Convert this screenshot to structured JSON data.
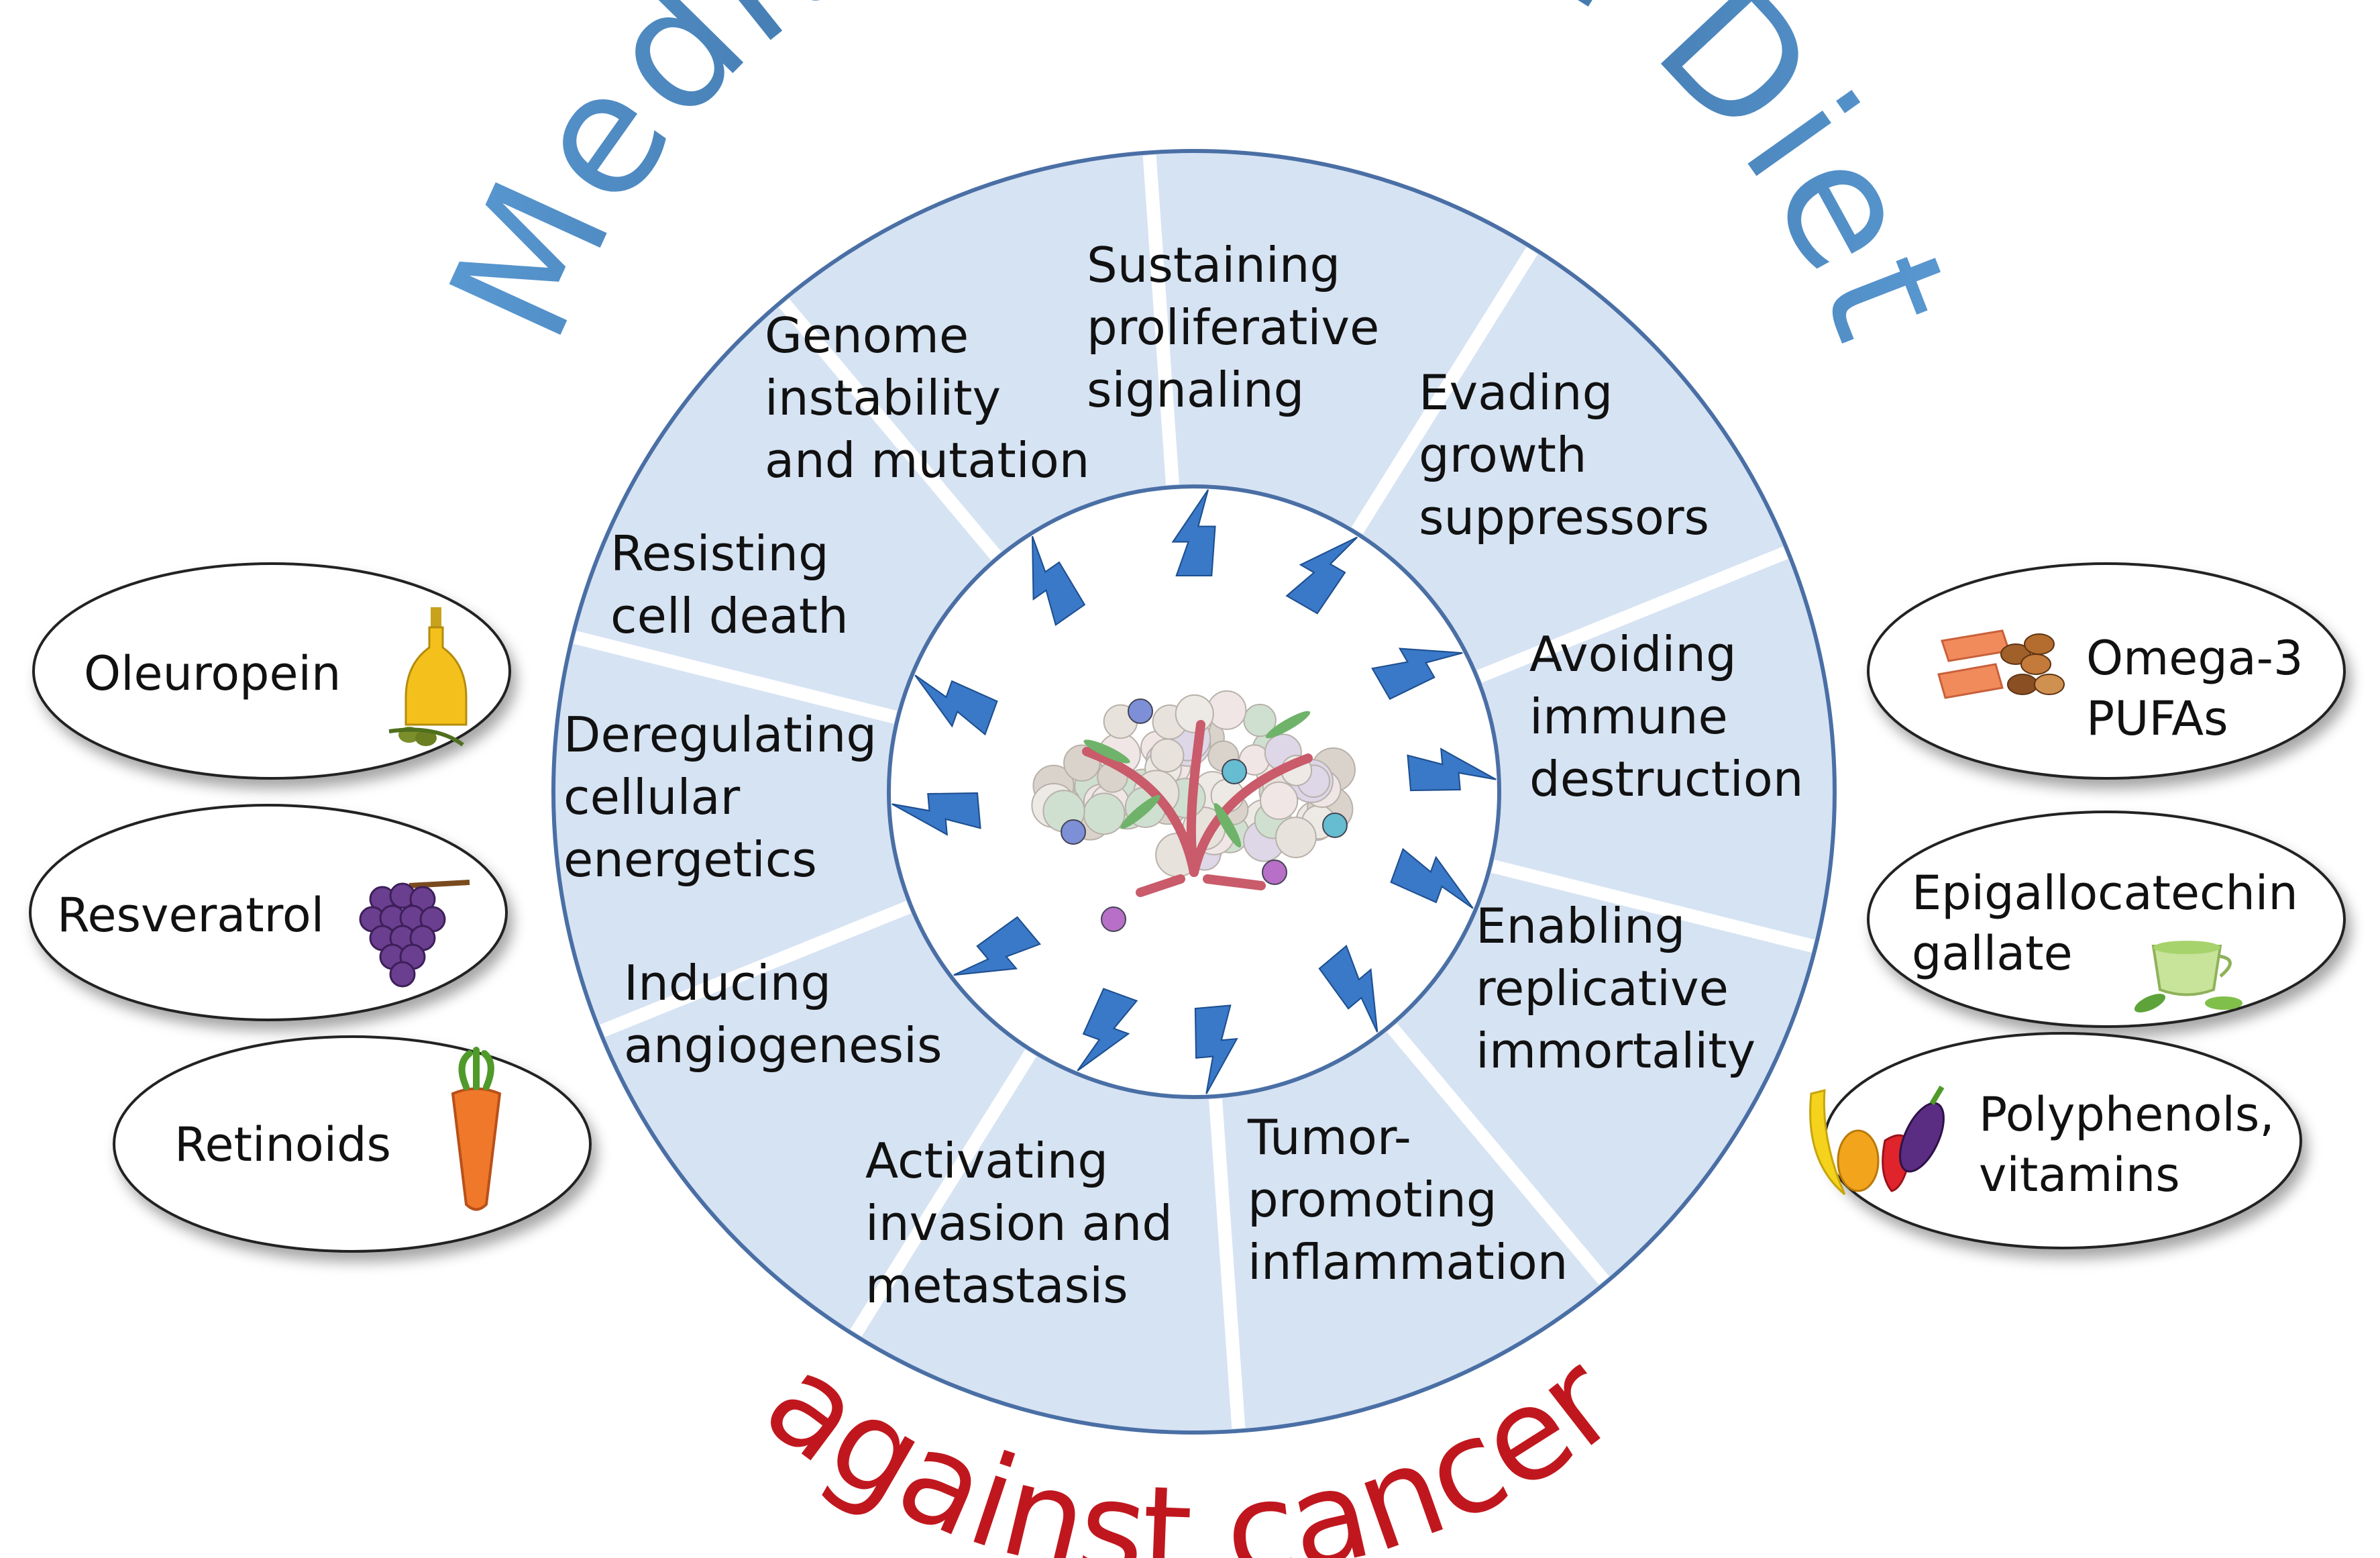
{
  "title": "Mediterranean Diet",
  "subtitle": "against cancer",
  "colors": {
    "title_start": "#5b9bd5",
    "title_end": "#2f5f8f",
    "subtitle": "#c0171e",
    "ring_fill": "#d6e3f3",
    "ring_stroke": "#4a6fa5",
    "bolt": "#3a78c8"
  },
  "hallmarks": [
    {
      "lines": [
        "Sustaining",
        "proliferative",
        "signaling"
      ]
    },
    {
      "lines": [
        "Evading",
        "growth",
        "suppressors"
      ]
    },
    {
      "lines": [
        "Avoiding",
        "immune",
        "destruction"
      ]
    },
    {
      "lines": [
        "Enabling",
        "replicative",
        "immortality"
      ]
    },
    {
      "lines": [
        "Tumor-",
        "promoting",
        "inflammation"
      ]
    },
    {
      "lines": [
        "Activating",
        "invasion and",
        "metastasis"
      ]
    },
    {
      "lines": [
        "Inducing",
        "angiogenesis"
      ]
    },
    {
      "lines": [
        "Deregulating",
        "cellular",
        "energetics"
      ]
    },
    {
      "lines": [
        "Resisting",
        "cell death"
      ]
    },
    {
      "lines": [
        "Genome",
        "instability",
        "and mutation"
      ]
    }
  ],
  "compounds_left": [
    {
      "lines": [
        "Oleuropein"
      ],
      "icon": "olive-oil-icon"
    },
    {
      "lines": [
        "Resveratrol"
      ],
      "icon": "grapes-icon"
    },
    {
      "lines": [
        "Retinoids"
      ],
      "icon": "carrot-icon"
    }
  ],
  "compounds_right": [
    {
      "lines": [
        "Omega-3",
        "PUFAs"
      ],
      "icon": "salmon-nuts-icon"
    },
    {
      "lines": [
        "Epigallocatechin",
        "gallate"
      ],
      "icon": "green-tea-icon"
    },
    {
      "lines": [
        "Polyphenols,",
        "vitamins"
      ],
      "icon": "fruits-vegetables-icon"
    }
  ],
  "center_icon": "tumor-microenvironment-icon",
  "bolt_icon": "lightning-bolt-icon"
}
